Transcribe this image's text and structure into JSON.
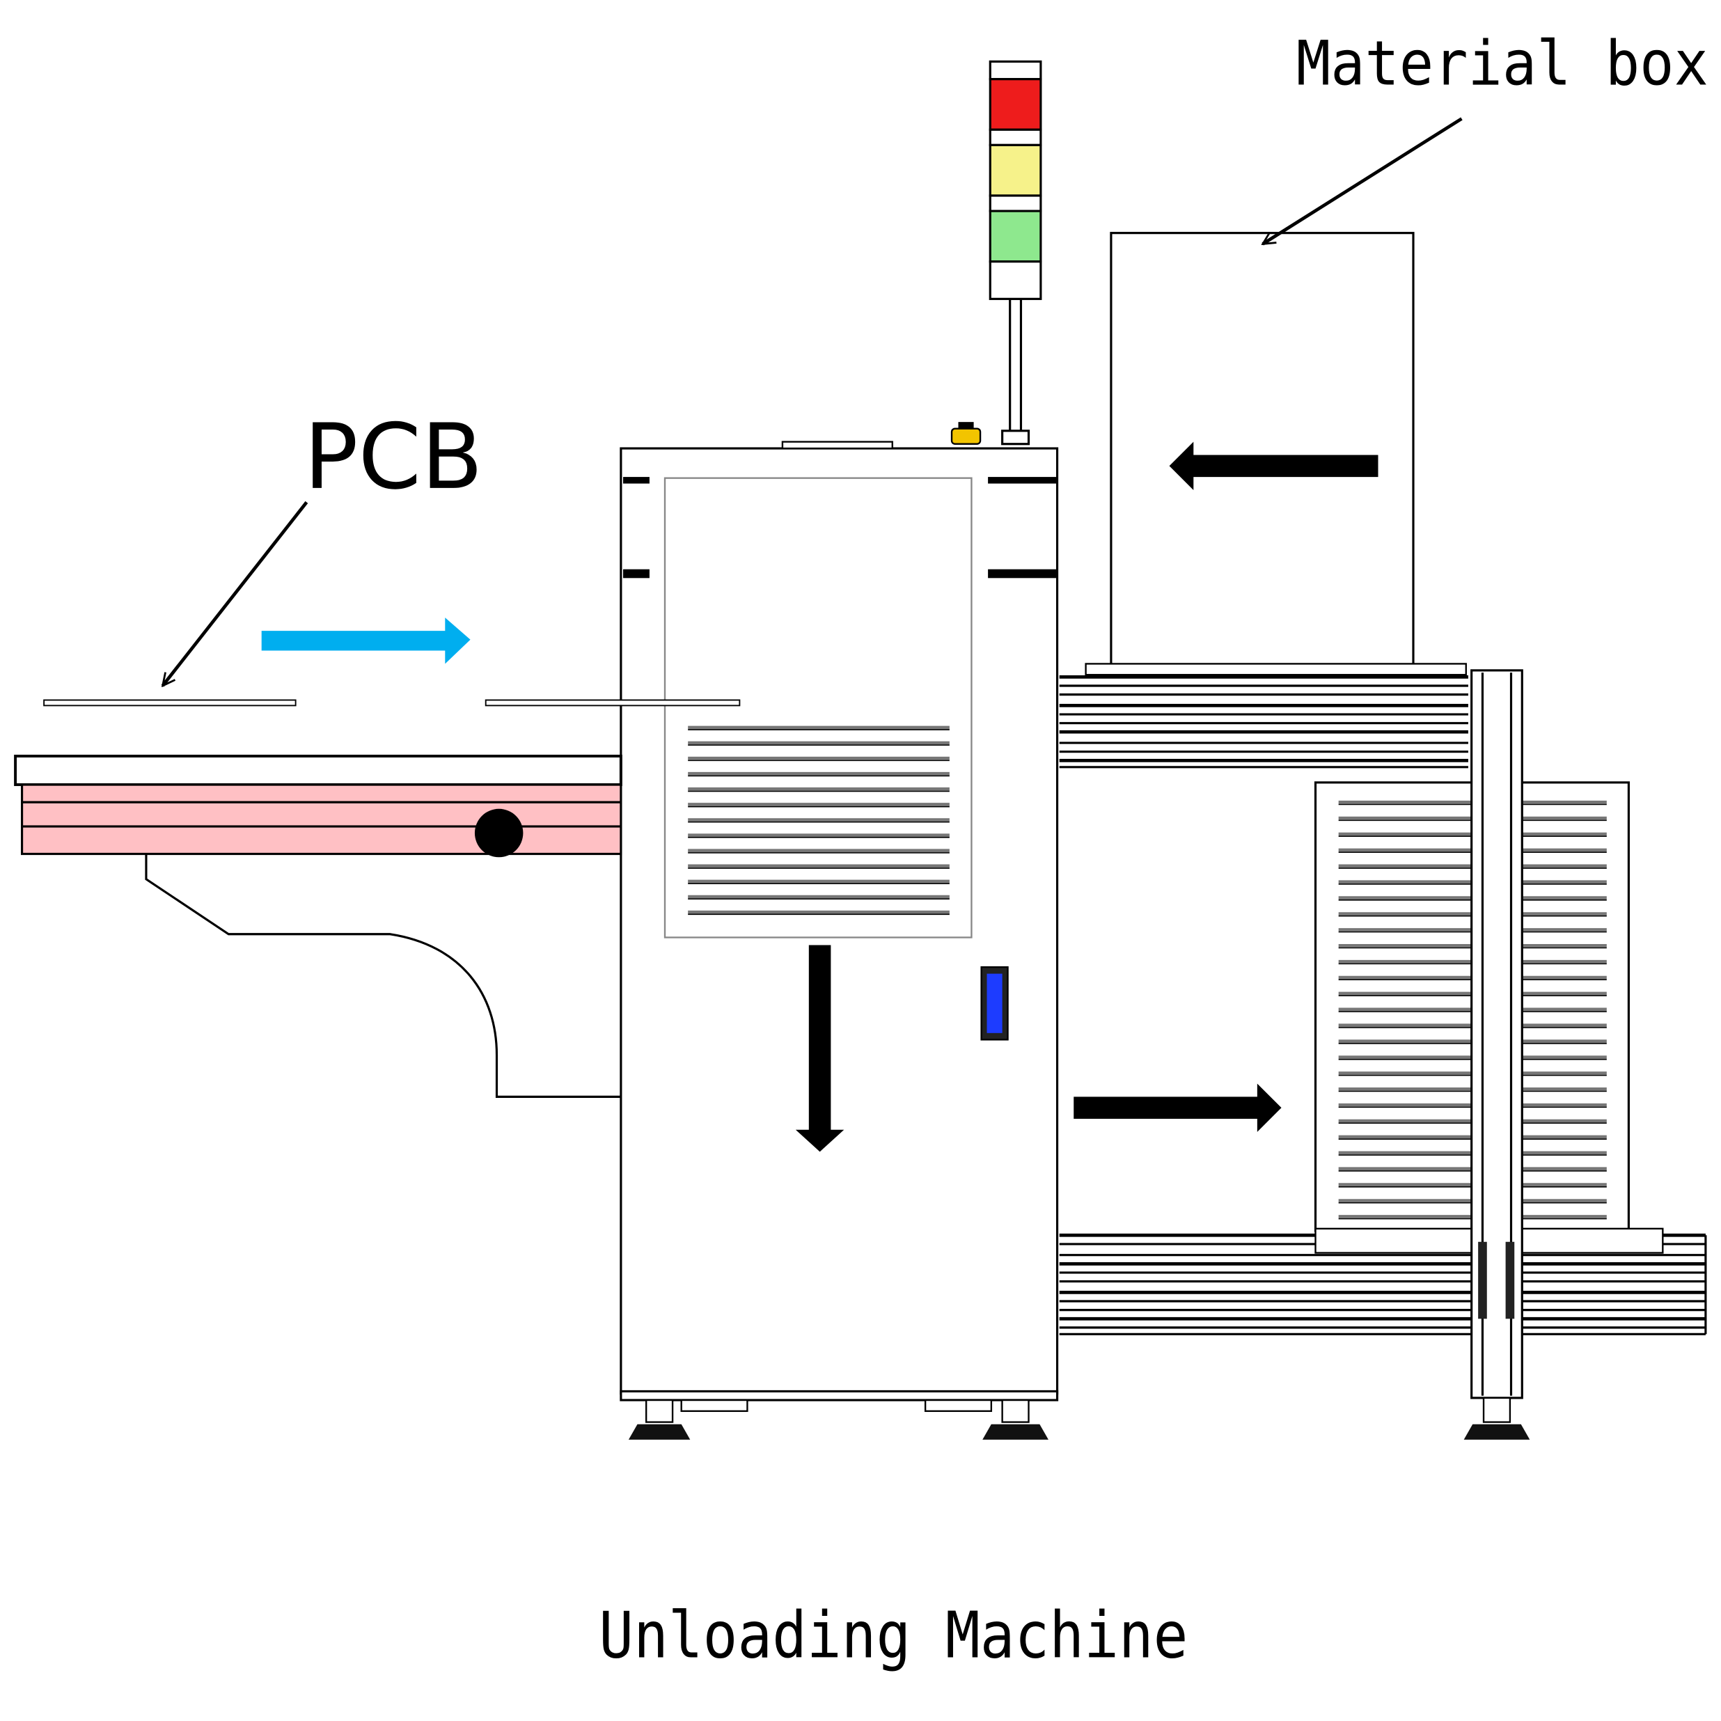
{
  "labels": {
    "material_box": "Material box",
    "pcb": "PCB",
    "caption": "Unloading Machine"
  },
  "colors": {
    "tower_red": "#ee1c1c",
    "tower_yellow": "#f6f28a",
    "tower_green": "#8ee88e",
    "pcb_flow_arrow": "#00aeef",
    "conveyor_pink": "#ffc0c4",
    "display_blue": "#1d3cff",
    "estop_yellow": "#f2c400"
  },
  "icons": {
    "flow_arrows": [
      "arrow-right-icon",
      "arrow-left-icon",
      "arrow-down-icon"
    ],
    "signal_tower": "signal-tower-icon"
  }
}
